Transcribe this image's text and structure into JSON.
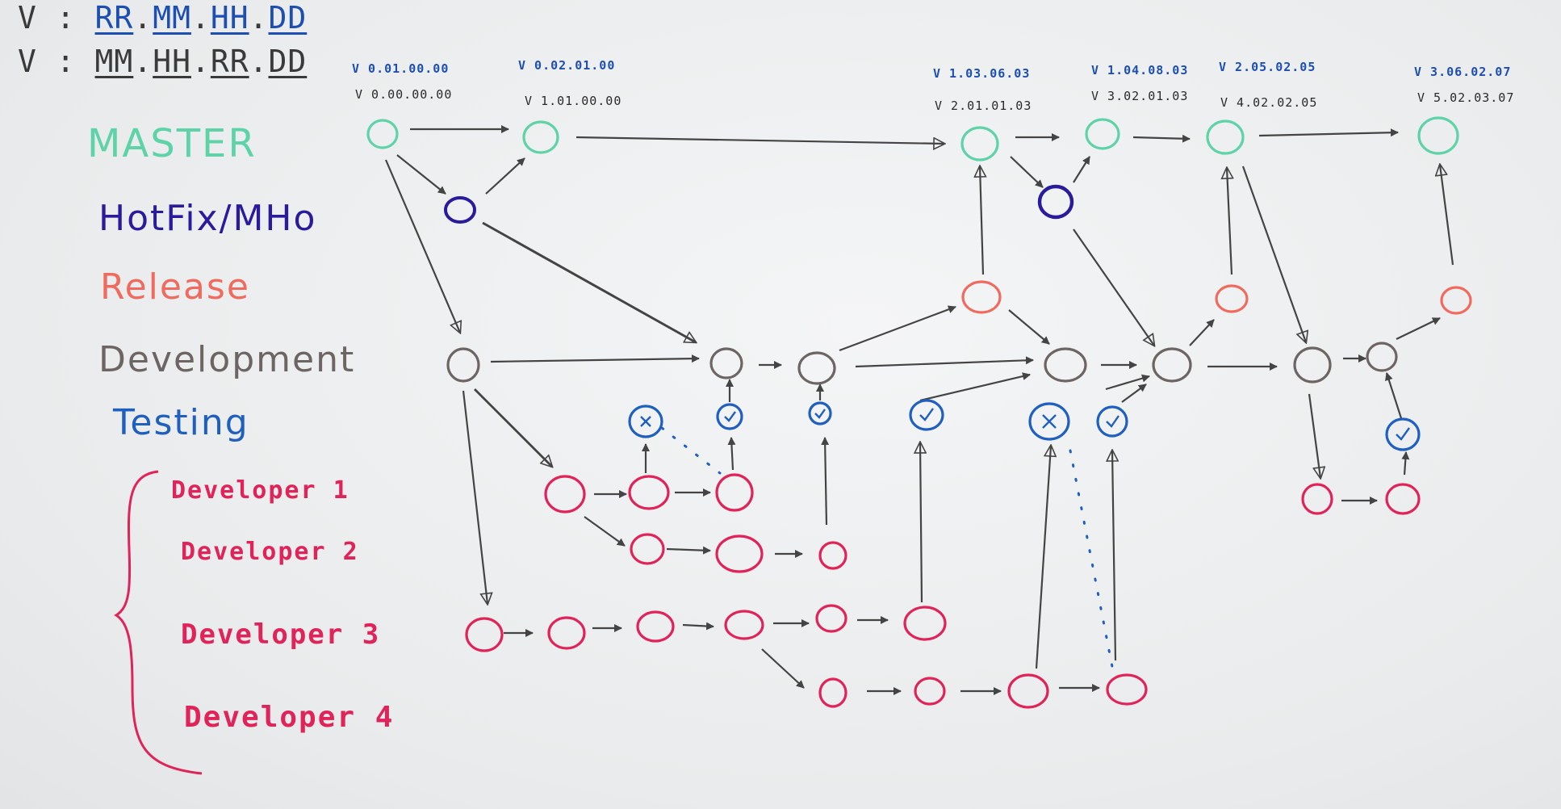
{
  "version_schemes": {
    "line1": {
      "prefix": "V :",
      "segments": [
        "RR",
        "MM",
        "HH",
        "DD"
      ]
    },
    "line2": {
      "prefix": "V :",
      "segments": [
        "MM",
        "HH",
        "RR",
        "DD"
      ]
    }
  },
  "lanes": {
    "master": "MASTER",
    "hotfix": "HotFix/MHo",
    "release": "Release",
    "development": "Development",
    "testing": "Testing"
  },
  "developers": [
    "Developer 1",
    "Developer 2",
    "Developer 3",
    "Developer 4"
  ],
  "versions": {
    "v1_blue": "V 0.01.00.00",
    "v1_dark": "V 0.00.00.00",
    "v2_blue": "V 0.02.01.00",
    "v2_dark": "V 1.01.00.00",
    "v3_blue": "V 1.03.06.03",
    "v3_dark": "V 2.01.01.03",
    "v4_blue": "V 1.04.08.03",
    "v4_dark": "V 3.02.01.03",
    "v5_blue": "V 2.05.02.05",
    "v5_dark": "V 4.02.02.05",
    "v6_blue": "V 3.06.02.07",
    "v6_dark": "V 5.02.03.07"
  },
  "colors": {
    "master": "#5fd3a8",
    "hotfix": "#2a1a9c",
    "release": "#f06a5e",
    "development": "#6d6563",
    "testing": "#1f5fc0",
    "developer": "#e0245a",
    "arrow": "#444444"
  }
}
